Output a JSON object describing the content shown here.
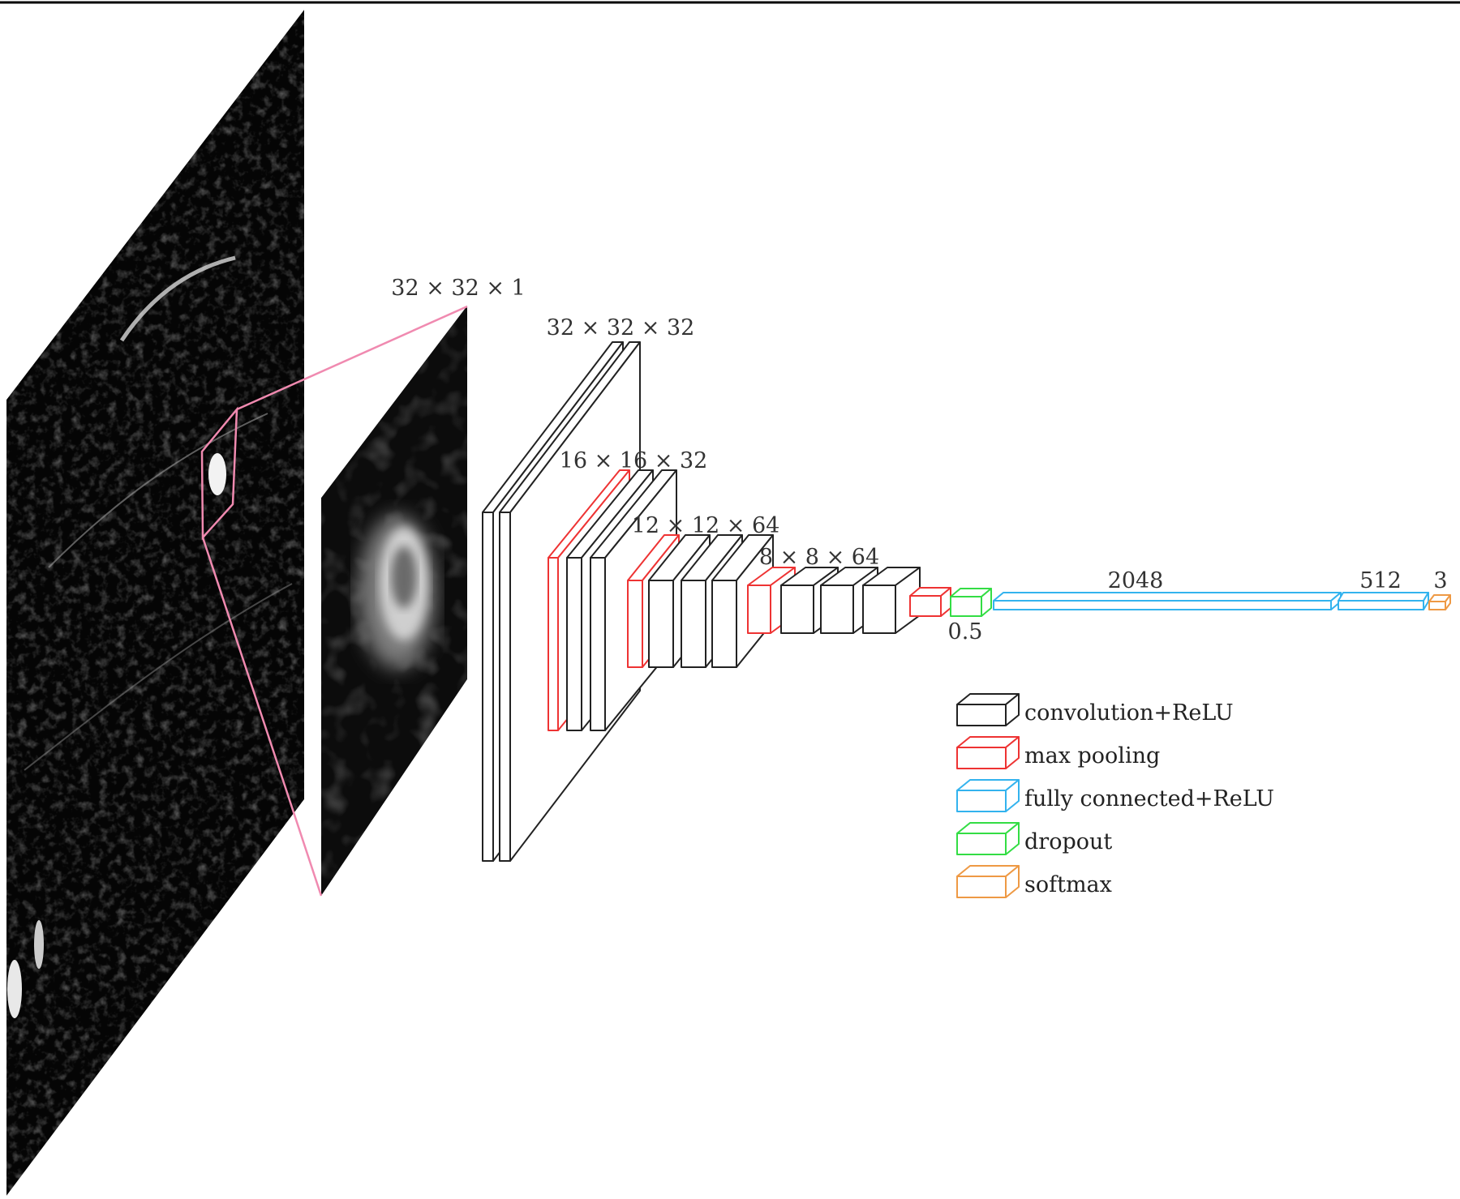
{
  "layer_labels": {
    "input": "32 × 32 × 1",
    "conv1": "32 × 32 × 32",
    "conv2": "16 × 16 × 32",
    "conv3": "12 × 12 × 64",
    "conv4": "8 × 8 × 64",
    "fc1": "2048",
    "fc2": "512",
    "output": "3",
    "dropout_rate": "0.5"
  },
  "legend": [
    {
      "name": "conv",
      "label": "convolution+ReLU",
      "color": "#222222"
    },
    {
      "name": "pool",
      "label": "max pooling",
      "color": "#ee3333"
    },
    {
      "name": "fc",
      "label": "fully connected+ReLU",
      "color": "#33b3ee"
    },
    {
      "name": "dropout",
      "label": "dropout",
      "color": "#33dd44"
    },
    {
      "name": "softmax",
      "label": "softmax",
      "color": "#ee9944"
    }
  ],
  "colors": {
    "conv": "#222222",
    "pool": "#ee3333",
    "fc": "#33b3ee",
    "dropout": "#33dd44",
    "softmax": "#ee9944",
    "zoom": "#f08ab0"
  }
}
